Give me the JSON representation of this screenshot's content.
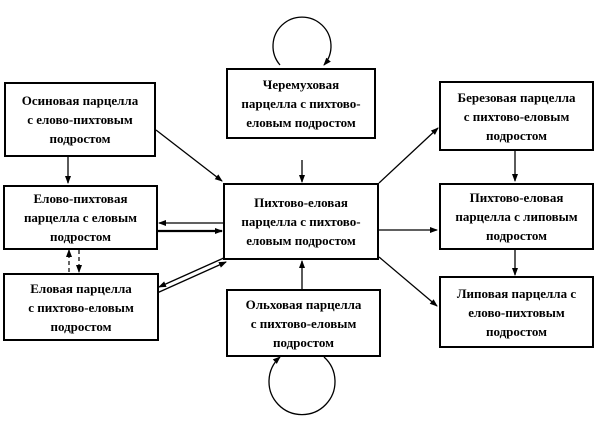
{
  "nodes": {
    "aspen": "Осиновая парцелла\nс елово-пихтовым\nподростом",
    "bird_cherry": "Черемуховая\nпарцелла с пихтово-\nеловым подростом",
    "birch": "Березовая парцелла\nс пихтово-еловым\nподростом",
    "spruce_fir": "Елово-пихтовая\nпарцелла с еловым\nподростом",
    "fir_spruce_center": "Пихтово-еловая\nпарцелла с пихтово-\nеловым подростом",
    "fir_spruce_linden": "Пихтово-еловая\nпарцелла с липовым\nподростом",
    "spruce": "Еловая парцелла\nс пихтово-еловым\nподростом",
    "alder": "Ольховая парцелла\nс пихтово-еловым\nподростом",
    "linden": "Липовая парцелла с\nелово-пихтовым\nподростом"
  },
  "edges": [
    {
      "from": "aspen",
      "to": "spruce_fir",
      "style": "solid"
    },
    {
      "from": "aspen",
      "to": "fir_spruce_center",
      "style": "solid"
    },
    {
      "from": "bird_cherry",
      "to": "fir_spruce_center",
      "style": "solid"
    },
    {
      "from": "bird_cherry",
      "to": "bird_cherry",
      "style": "loop"
    },
    {
      "from": "fir_spruce_center",
      "to": "birch",
      "style": "solid"
    },
    {
      "from": "birch",
      "to": "fir_spruce_linden",
      "style": "solid"
    },
    {
      "from": "fir_spruce_center",
      "to": "fir_spruce_linden",
      "style": "solid"
    },
    {
      "from": "fir_spruce_linden",
      "to": "linden",
      "style": "solid"
    },
    {
      "from": "fir_spruce_center",
      "to": "linden",
      "style": "solid"
    },
    {
      "from": "spruce_fir",
      "to": "fir_spruce_center",
      "style": "double"
    },
    {
      "from": "fir_spruce_center",
      "to": "spruce_fir",
      "style": "solid"
    },
    {
      "from": "spruce_fir",
      "to": "spruce",
      "style": "dashed"
    },
    {
      "from": "spruce",
      "to": "spruce_fir",
      "style": "dashed"
    },
    {
      "from": "spruce",
      "to": "fir_spruce_center",
      "style": "solid"
    },
    {
      "from": "fir_spruce_center",
      "to": "spruce",
      "style": "solid"
    },
    {
      "from": "alder",
      "to": "fir_spruce_center",
      "style": "solid"
    },
    {
      "from": "alder",
      "to": "alder",
      "style": "loop"
    }
  ]
}
